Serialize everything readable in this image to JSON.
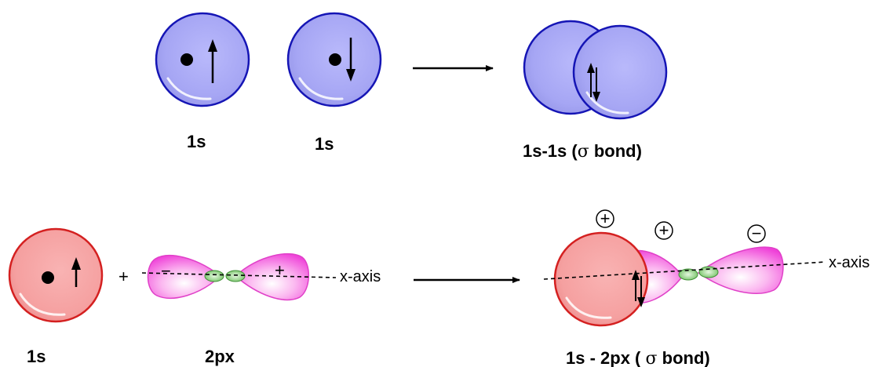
{
  "colors": {
    "s_blue_fill": "#aaaaf8",
    "s_blue_edge": "#1515b5",
    "s_red_fill": "#f7a3a3",
    "s_red_edge": "#d42020",
    "p_lobe": "#f75ae0",
    "p_node": "#7fcf72"
  },
  "row1": {
    "label_a": "1s",
    "label_b": "1s",
    "result_prefix": "1s-1s (",
    "result_sigma": "σ",
    "result_suffix": "  bond)"
  },
  "row2": {
    "label_s": "1s",
    "label_p": "2px",
    "axis_left": "x-axis",
    "axis_right": "x-axis",
    "plus_left": "+",
    "lobe_minus": "−",
    "lobe_plus": "+",
    "phase_s": "+",
    "phase_lobe_left": "+",
    "phase_lobe_right": "−",
    "result_prefix": "1s - 2px ( ",
    "result_sigma": "σ",
    "result_suffix": " bond)"
  }
}
